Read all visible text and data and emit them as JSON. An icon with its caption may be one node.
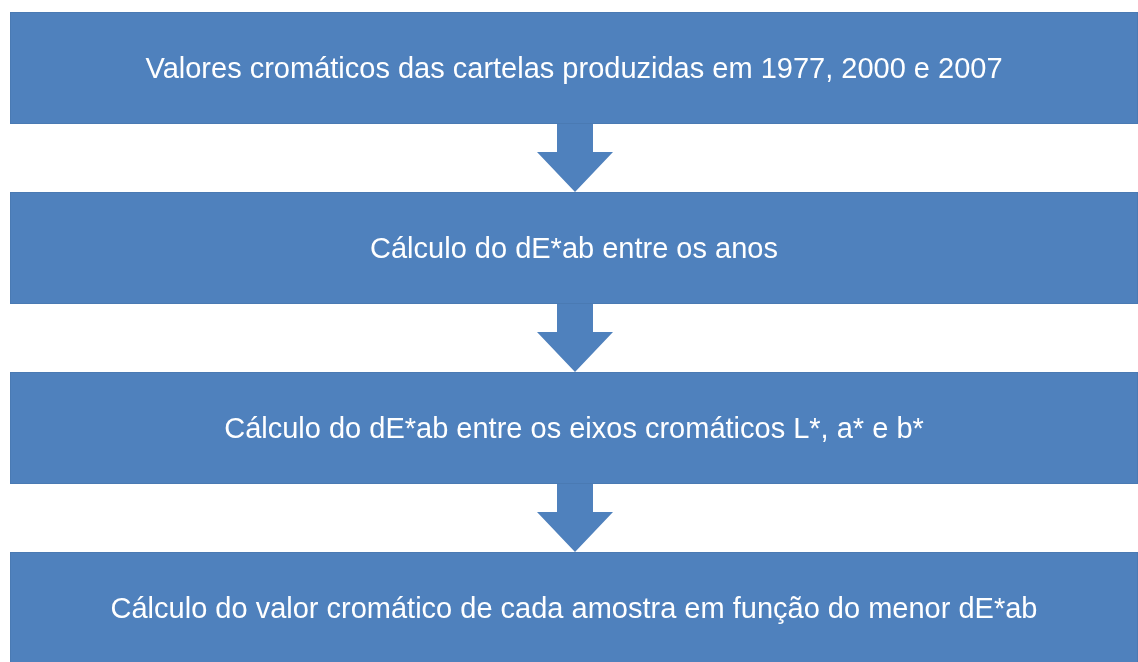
{
  "diagram": {
    "nodes": [
      {
        "text": [
          "Valores cromáticos das cartelas produzidas em 1977, 2000 e 2007"
        ]
      },
      {
        "text": [
          "Cálculo do dE*ab entre os anos"
        ]
      },
      {
        "text": [
          "Cálculo do dE*ab entre os eixos cromáticos L*, a* e b*"
        ]
      },
      {
        "text": [
          "Cálculo do valor cromático de cada amostra em função do menor dE*ab"
        ]
      }
    ],
    "edges": [
      {
        "from": 0,
        "to": 1,
        "arrow": "to"
      },
      {
        "from": 1,
        "to": 2,
        "arrow": "to"
      },
      {
        "from": 2,
        "to": 3,
        "arrow": "to"
      }
    ]
  }
}
